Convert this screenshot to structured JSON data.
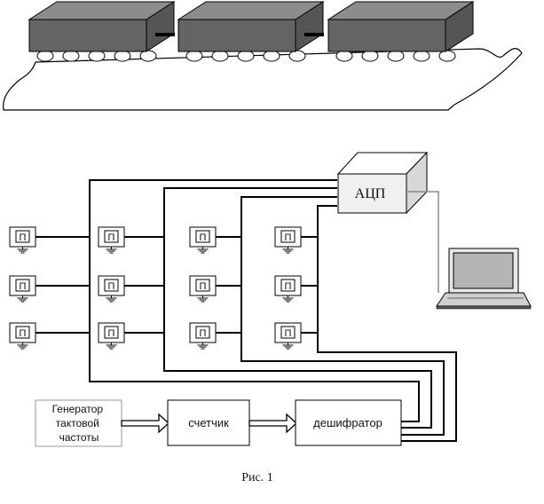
{
  "train": {
    "car_count": 3,
    "car_color": "#646464",
    "car_top_color": "#8c8c8c",
    "car_side_color": "#555555"
  },
  "blocks": {
    "adc": "АЦП",
    "generator_line1": "Генератор",
    "generator_line2": "тактовой",
    "generator_line3": "частоты",
    "counter": "счетчик",
    "decoder": "дешифратор"
  },
  "sensor_label": "П",
  "sensor_grid": {
    "rows": 3,
    "cols": 4
  },
  "caption": "Рис. 1",
  "colors": {
    "line": "#000000",
    "adc_face": "#f0f0f0",
    "adc_top": "#ffffff",
    "adc_side": "#d8d8d8",
    "laptop_screen": "#b4b4b4",
    "cable": "#8a8a8a"
  }
}
